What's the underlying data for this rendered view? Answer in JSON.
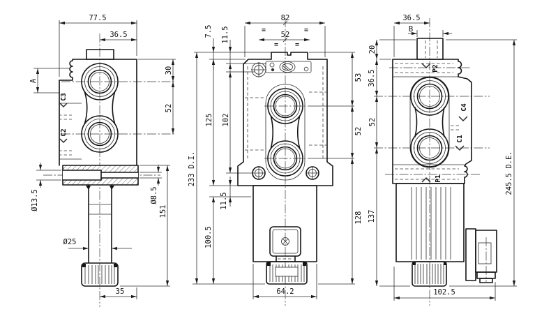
{
  "drawing_type": "technical-drawing-3-views-solenoid-valve",
  "colors": {
    "line": "#1a1a1a",
    "background": "#ffffff"
  },
  "views": {
    "left": {
      "w_total": "77.5",
      "w_offset": "36.5",
      "label_a": "A",
      "port_c3": "C3",
      "port_c2": "C2",
      "h_top": "30",
      "h_ports": "52",
      "dia_bore_left": "Ø13.5",
      "dia_bore_right": "Ø8.5",
      "h_lower": "151",
      "dia_stem": "Ø25",
      "w_bottom": "35"
    },
    "middle": {
      "w_total": "82",
      "w_inner": "52",
      "sym": "=",
      "h_7_5": "7.5",
      "h_11_5_top": "11.5",
      "h_125": "125",
      "h_102": "102",
      "h_total": "233 D.I.",
      "h_11_5_bot": "11.5",
      "h_100_5": "100.5",
      "h_53": "53",
      "h_52": "52",
      "h_128": "128",
      "w_solenoid": "64.2"
    },
    "right": {
      "w_top": "36.5",
      "label_b": "B",
      "h_20": "20",
      "h_36_5": "36.5",
      "h_52": "52",
      "h_137": "137",
      "h_total": "245.5 D.E.",
      "w_bottom": "102.5",
      "port_p2": "P2",
      "port_c4": "C4",
      "port_c1": "C1",
      "port_p1": "P1"
    }
  }
}
